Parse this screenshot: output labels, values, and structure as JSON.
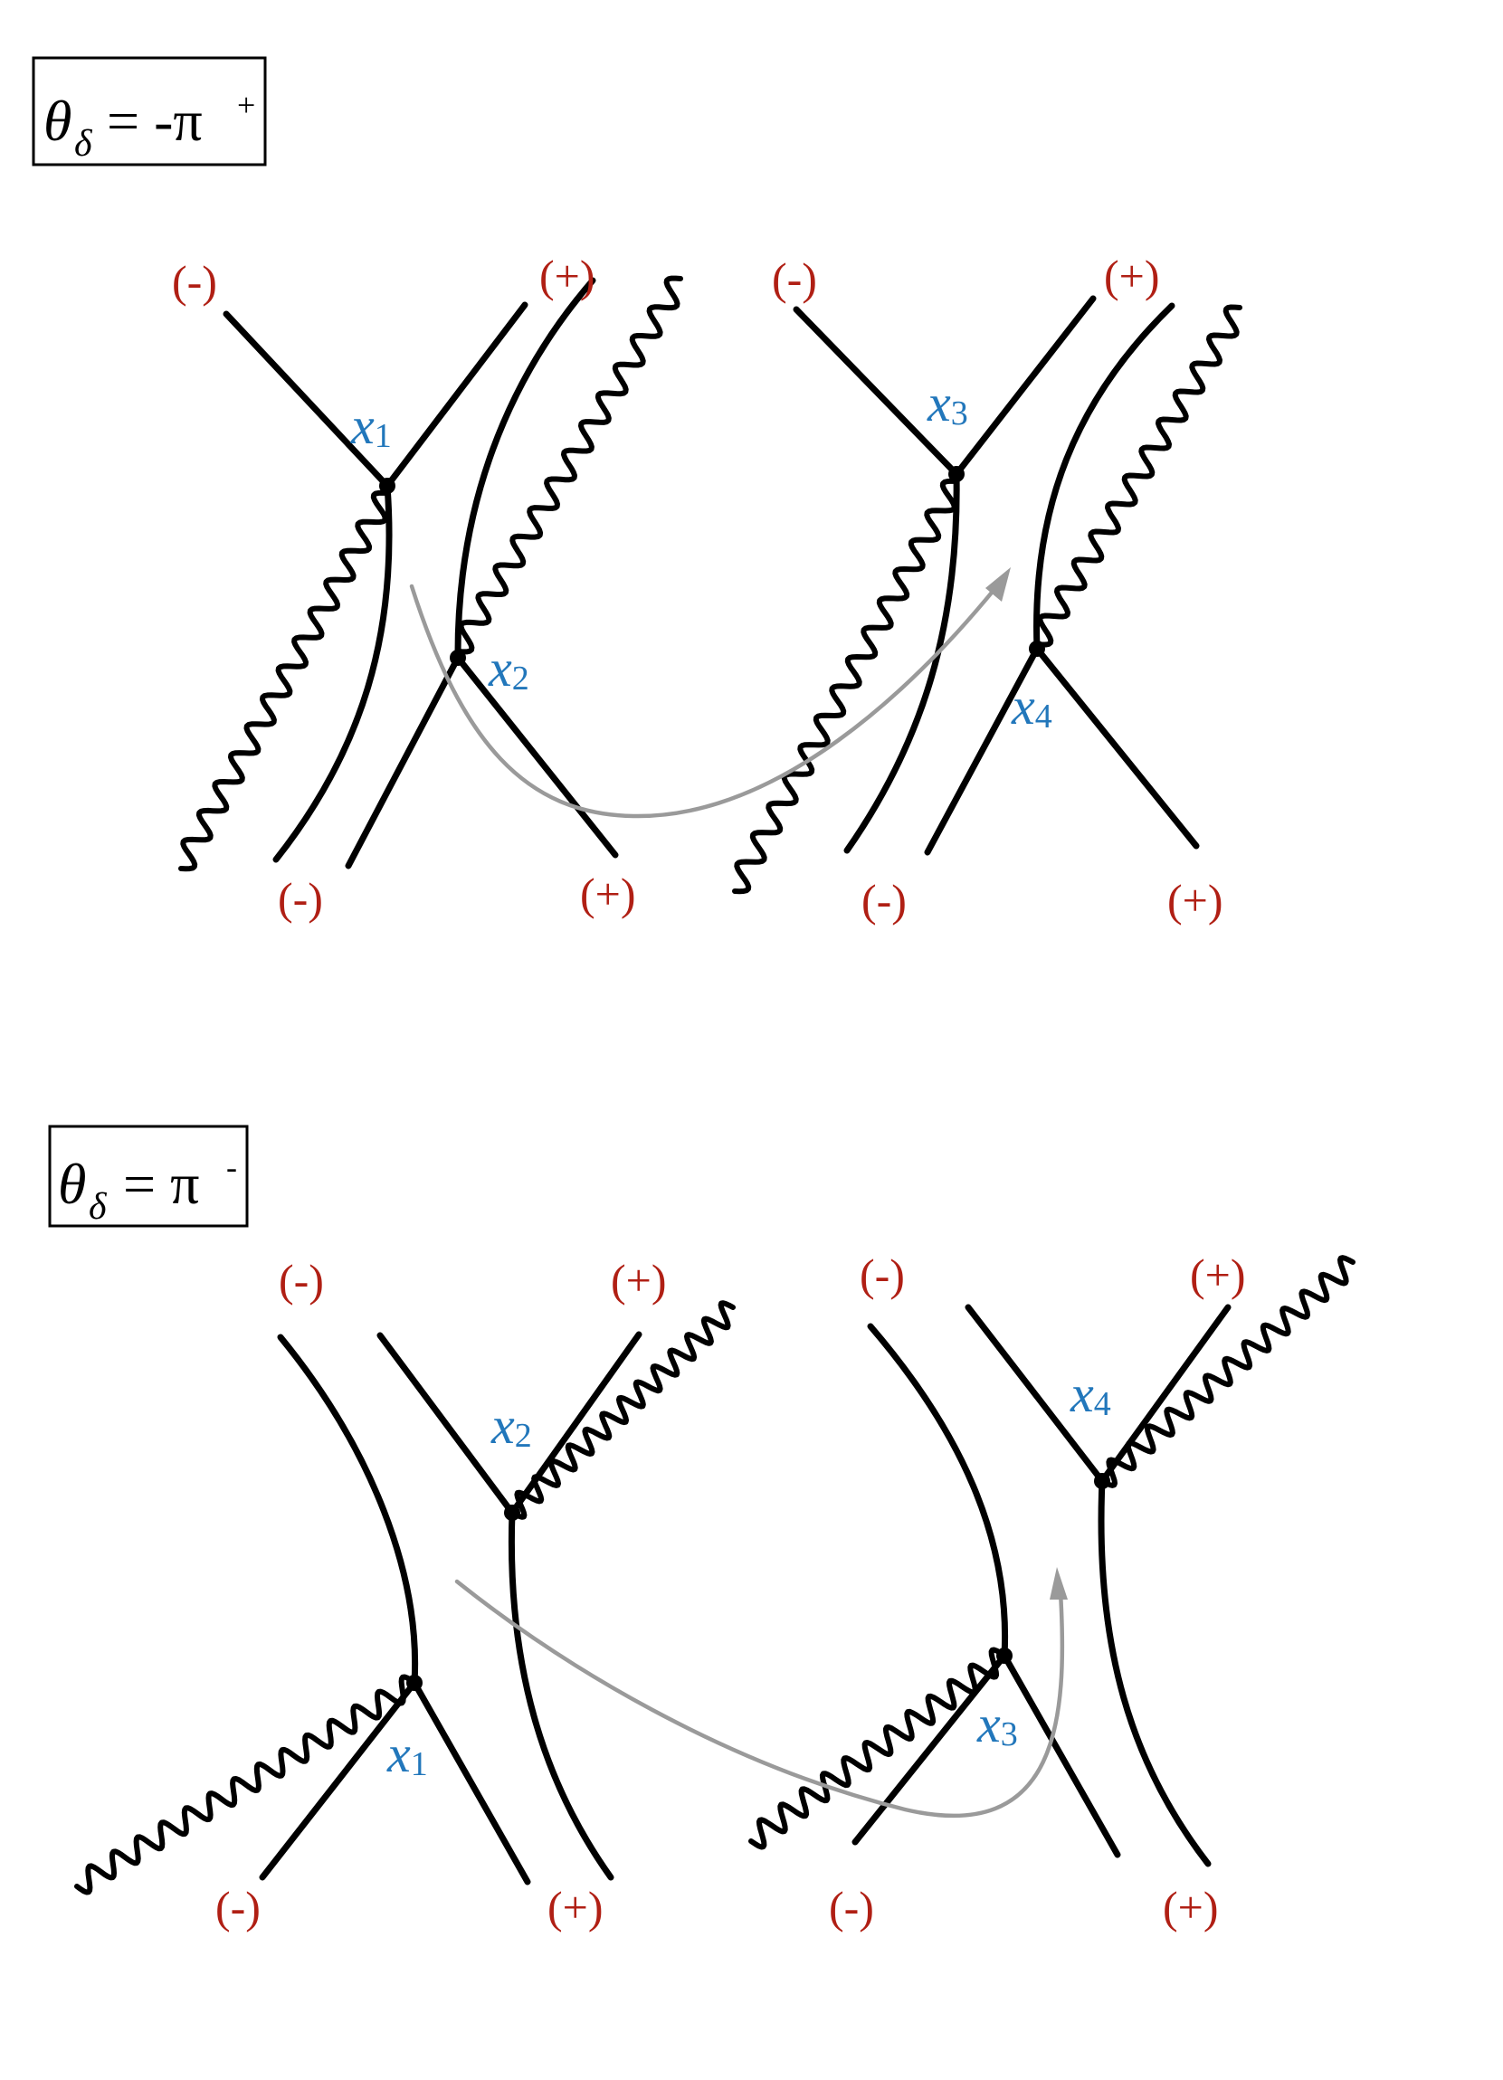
{
  "panels": [
    {
      "title": {
        "symbol": "θ",
        "subscript": "δ",
        "equals": "= -π",
        "superscript": "+"
      },
      "vertices": [
        {
          "name": "x",
          "index": "1"
        },
        {
          "name": "x",
          "index": "2"
        },
        {
          "name": "x",
          "index": "3"
        },
        {
          "name": "x",
          "index": "4"
        }
      ],
      "signs": [
        "(-)",
        "(+)",
        "(-)",
        "(+)",
        "(-)",
        "(+)",
        "(-)",
        "(+)"
      ]
    },
    {
      "title": {
        "symbol": "θ",
        "subscript": "δ",
        "equals": "= π",
        "superscript": "-"
      },
      "vertices": [
        {
          "name": "x",
          "index": "2"
        },
        {
          "name": "x",
          "index": "1"
        },
        {
          "name": "x",
          "index": "4"
        },
        {
          "name": "x",
          "index": "3"
        }
      ],
      "signs": [
        "(-)",
        "(+)",
        "(-)",
        "(+)",
        "(-)",
        "(+)",
        "(-)",
        "(+)"
      ]
    }
  ],
  "colors": {
    "line": "#000000",
    "sign": "#b01f14",
    "vertex_label": "#2277bb",
    "arrow": "#9a9a9a"
  }
}
